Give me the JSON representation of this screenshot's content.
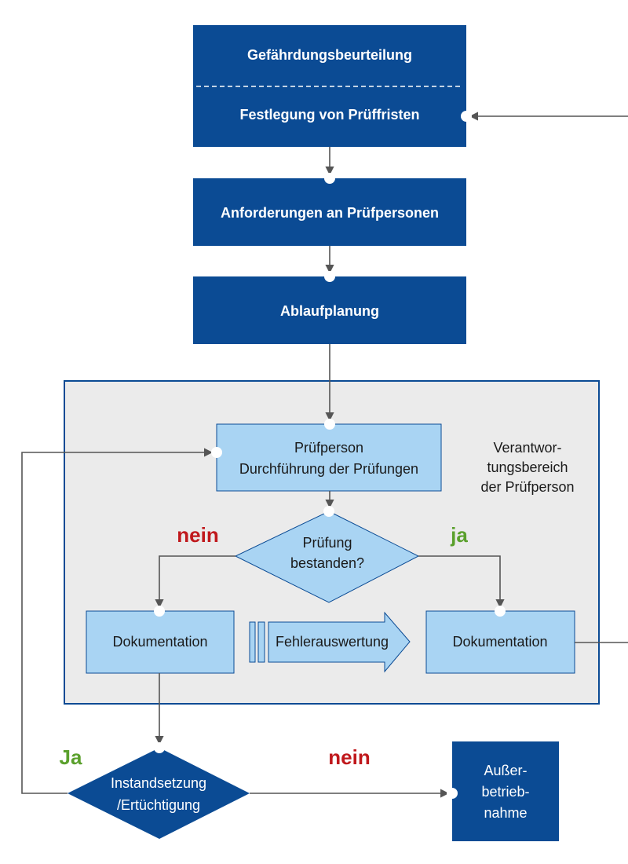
{
  "boxes": {
    "gefaehrdung": "Gefährdungsbeurteilung",
    "pruefristen": "Festlegung von Prüffristen",
    "anforderungen": "Anforderungen an Prüfpersonen",
    "ablauf": "Ablaufplanung",
    "pruefperson_line1": "Prüfperson",
    "pruefperson_line2": "Durchführung der Prüfungen",
    "doku_left": "Dokumentation",
    "doku_right": "Dokumentation",
    "fehler": "Fehlerauswertung",
    "ausser_line1": "Außer-",
    "ausser_line2": "betrieb-",
    "ausser_line3": "nahme"
  },
  "region_label": {
    "line1": "Verantwor-",
    "line2": "tungsbereich",
    "line3": "der Prüfperson"
  },
  "decisions": {
    "bestanden_line1": "Prüfung",
    "bestanden_line2": "bestanden?",
    "instand_line1": "Instandsetzung",
    "instand_line2": "/Ertüchtigung"
  },
  "labels": {
    "nein_top": "nein",
    "ja_top": "ja",
    "ja_bottom": "Ja",
    "nein_bottom": "nein"
  },
  "colors": {
    "dark_blue": "#0b4b94",
    "light_blue": "#a9d4f3",
    "region_bg": "#ebebeb",
    "no_red": "#c0181c",
    "yes_green": "#5aa02c"
  }
}
